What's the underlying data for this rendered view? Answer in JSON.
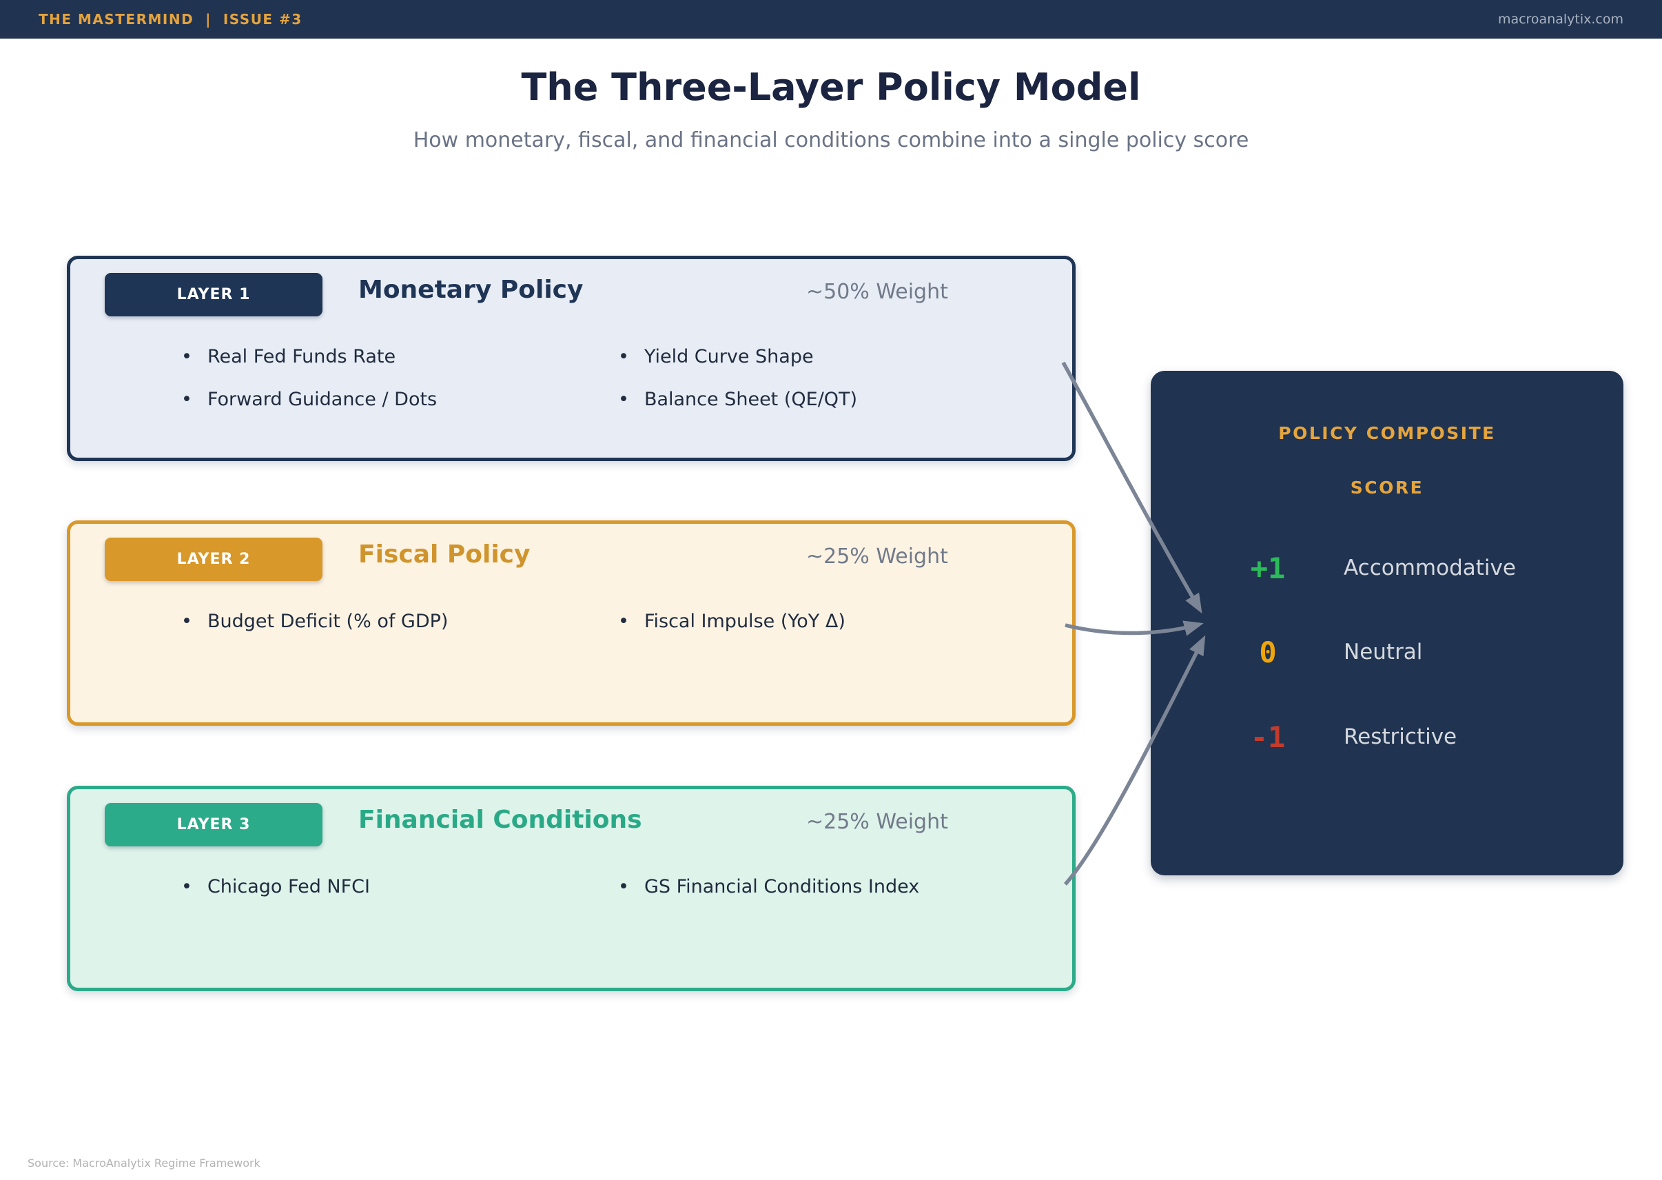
{
  "page": {
    "brand": "THE MASTERMIND  |  ISSUE #3",
    "site": "macroanalytix.com",
    "title": "The Three-Layer Policy Model",
    "subtitle": "How monetary, fiscal, and financial conditions combine into a single policy score",
    "source": "Source: MacroAnalytix Regime Framework",
    "bullet": "•"
  },
  "layers": [
    {
      "badge": "LAYER 1",
      "title": "Monetary Policy",
      "weight": "~50% Weight",
      "accent_color": "#1f3556",
      "fill_color": "#e8edf5",
      "items": [
        "Real Fed Funds Rate",
        "Yield Curve Shape",
        "Forward Guidance / Dots",
        "Balance Sheet (QE/QT)"
      ]
    },
    {
      "badge": "LAYER 2",
      "title": "Fiscal Policy",
      "weight": "~25% Weight",
      "accent_color": "#d9982a",
      "fill_color": "#fdf3e3",
      "items": [
        "Budget Deficit (% of GDP)",
        "Fiscal Impulse (YoY Δ)"
      ]
    },
    {
      "badge": "LAYER 3",
      "title": "Financial Conditions",
      "weight": "~25% Weight",
      "accent_color": "#2bab89",
      "fill_color": "#def3ea",
      "items": [
        "Chicago Fed NFCI",
        "GS Financial Conditions Index"
      ]
    }
  ],
  "composite": {
    "heading_line1": "POLICY COMPOSITE",
    "heading_line2": "SCORE",
    "scores": [
      {
        "value": "+1",
        "label": "Accommodative",
        "color": "#2abb5a"
      },
      {
        "value": "0",
        "label": "Neutral",
        "color": "#f0a50a"
      },
      {
        "value": "-1",
        "label": "Restrictive",
        "color": "#c23b2b"
      }
    ]
  },
  "colors": {
    "navy": "#203350",
    "gold": "#d9982a",
    "teal": "#2bab89",
    "panel_heading_gold": "#e6a53c",
    "arrow_gray": "#7b8595"
  }
}
